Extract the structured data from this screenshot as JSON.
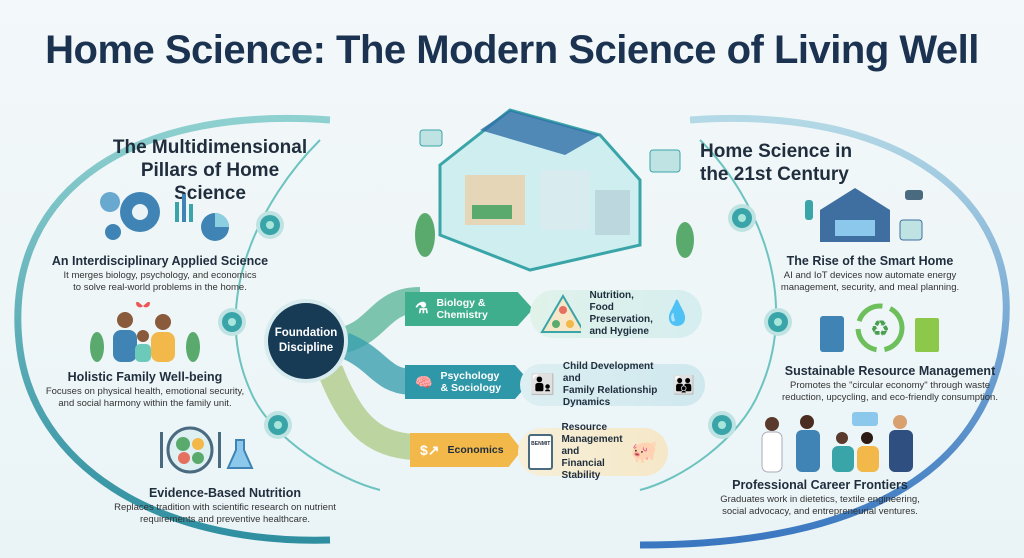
{
  "title": "Home Science: The Modern Science of Living Well",
  "left": {
    "heading_line1": "The Multidimensional",
    "heading_line2": "Pillars of Home Science",
    "items": [
      {
        "title": "An Interdisciplinary Applied Science",
        "desc_line1": "It merges biology, psychology, and economics",
        "desc_line2": "to solve real-world problems in the home.",
        "icon": "gears-chart-icon"
      },
      {
        "title": "Holistic Family Well-being",
        "desc_line1": "Focuses on physical health, emotional security,",
        "desc_line2": "and social harmony within the family unit.",
        "icon": "family-icon"
      },
      {
        "title": "Evidence-Based Nutrition",
        "desc_line1": "Replaces tradition with scientific research on nutrient",
        "desc_line2": "requirements and preventive healthcare.",
        "icon": "plate-flask-icon"
      }
    ]
  },
  "right": {
    "heading_line1": "Home Science in",
    "heading_line2": "the 21st Century",
    "items": [
      {
        "title": "The Rise of the Smart Home",
        "desc_line1": "AI and IoT devices now automate energy",
        "desc_line2": "management, security, and meal planning.",
        "icon": "smart-home-icon"
      },
      {
        "title": "Sustainable Resource Management",
        "desc_line1": "Promotes the \"circular economy\" through waste",
        "desc_line2": "reduction, upcycling, and eco-friendly consumption.",
        "icon": "recycle-icon"
      },
      {
        "title": "Professional Career Frontiers",
        "desc_line1": "Graduates work in dietetics, textile engineering,",
        "desc_line2": "social advocacy, and entrepreneurial ventures.",
        "icon": "professionals-icon"
      }
    ]
  },
  "center": {
    "foundation": "Foundation Discipline",
    "branches": [
      {
        "label_line1": "Biology &",
        "label_line2": "Chemistry",
        "result_line1": "Nutrition, Food",
        "result_line2": "Preservation,",
        "result_line3": "and Hygiene",
        "color": "#3fae8c"
      },
      {
        "label_line1": "Psychology",
        "label_line2": "& Sociology",
        "result_line1": "Child Development and",
        "result_line2": "Family Relationship",
        "result_line3": "Dynamics",
        "color": "#2e97a8"
      },
      {
        "label_line1": "Economics",
        "label_line2": "",
        "result_line1": "Resource",
        "result_line2": "Management",
        "result_line3": "and Financial Stability",
        "color": "#f2b84a"
      }
    ],
    "clipboard_label": "BENMIT"
  }
}
